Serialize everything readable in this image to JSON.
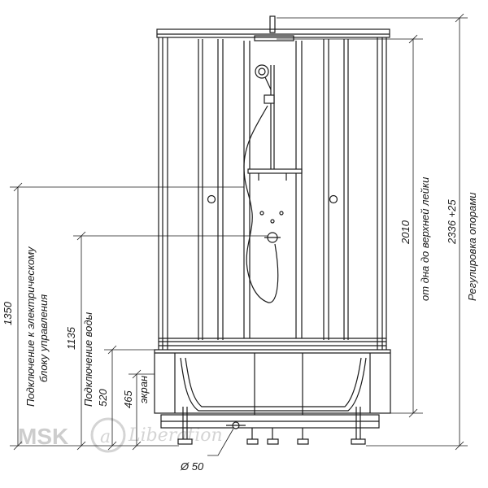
{
  "dimensions": {
    "total_height": "2336 +25",
    "shower_head_height": "2010",
    "electric_height": "1350",
    "water_height": "1135",
    "water_low": "520",
    "screen_height": "465",
    "drain_diameter": "Ø 50"
  },
  "labels": {
    "adjust_supports": "Регулировка опорами",
    "from_bottom_to_head": "от дна до верхней лейки",
    "electric_connection_line1": "Подключение к электрическому",
    "electric_connection_line2": "блоку управления",
    "water_connection": "Подключение воды",
    "screen": "экран"
  },
  "watermark": {
    "brand": "MSK",
    "script": "Liberation"
  }
}
